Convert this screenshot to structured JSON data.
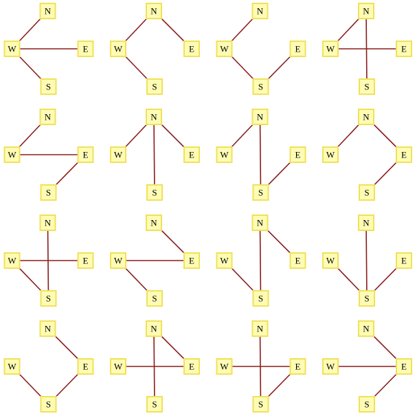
{
  "node_labels": {
    "N": "N",
    "E": "E",
    "S": "S",
    "W": "W"
  },
  "colors": {
    "node_fill": "#fefcb4",
    "node_stroke": "#f0e15a",
    "edge": "#8b1a1a",
    "background": "#ffffff"
  },
  "trees": [
    {
      "edges": [
        [
          "W",
          "N"
        ],
        [
          "W",
          "E"
        ],
        [
          "W",
          "S"
        ]
      ]
    },
    {
      "edges": [
        [
          "W",
          "N"
        ],
        [
          "N",
          "E"
        ],
        [
          "W",
          "S"
        ]
      ]
    },
    {
      "edges": [
        [
          "W",
          "N"
        ],
        [
          "W",
          "S"
        ],
        [
          "S",
          "E"
        ]
      ]
    },
    {
      "edges": [
        [
          "W",
          "N"
        ],
        [
          "W",
          "E"
        ],
        [
          "N",
          "S"
        ]
      ]
    },
    {
      "edges": [
        [
          "W",
          "N"
        ],
        [
          "W",
          "E"
        ],
        [
          "E",
          "S"
        ]
      ]
    },
    {
      "edges": [
        [
          "N",
          "W"
        ],
        [
          "N",
          "E"
        ],
        [
          "N",
          "S"
        ]
      ]
    },
    {
      "edges": [
        [
          "N",
          "W"
        ],
        [
          "N",
          "S"
        ],
        [
          "S",
          "E"
        ]
      ]
    },
    {
      "edges": [
        [
          "N",
          "W"
        ],
        [
          "N",
          "E"
        ],
        [
          "E",
          "S"
        ]
      ]
    },
    {
      "edges": [
        [
          "W",
          "E"
        ],
        [
          "W",
          "S"
        ],
        [
          "N",
          "S"
        ]
      ]
    },
    {
      "edges": [
        [
          "W",
          "E"
        ],
        [
          "W",
          "S"
        ],
        [
          "N",
          "E"
        ]
      ]
    },
    {
      "edges": [
        [
          "W",
          "S"
        ],
        [
          "N",
          "S"
        ],
        [
          "N",
          "E"
        ]
      ]
    },
    {
      "edges": [
        [
          "W",
          "S"
        ],
        [
          "N",
          "S"
        ],
        [
          "S",
          "E"
        ]
      ]
    },
    {
      "edges": [
        [
          "N",
          "E"
        ],
        [
          "E",
          "S"
        ],
        [
          "S",
          "W"
        ]
      ]
    },
    {
      "edges": [
        [
          "W",
          "E"
        ],
        [
          "N",
          "E"
        ],
        [
          "N",
          "S"
        ]
      ]
    },
    {
      "edges": [
        [
          "W",
          "E"
        ],
        [
          "N",
          "S"
        ],
        [
          "E",
          "S"
        ]
      ]
    },
    {
      "edges": [
        [
          "W",
          "E"
        ],
        [
          "N",
          "E"
        ],
        [
          "E",
          "S"
        ]
      ]
    }
  ]
}
